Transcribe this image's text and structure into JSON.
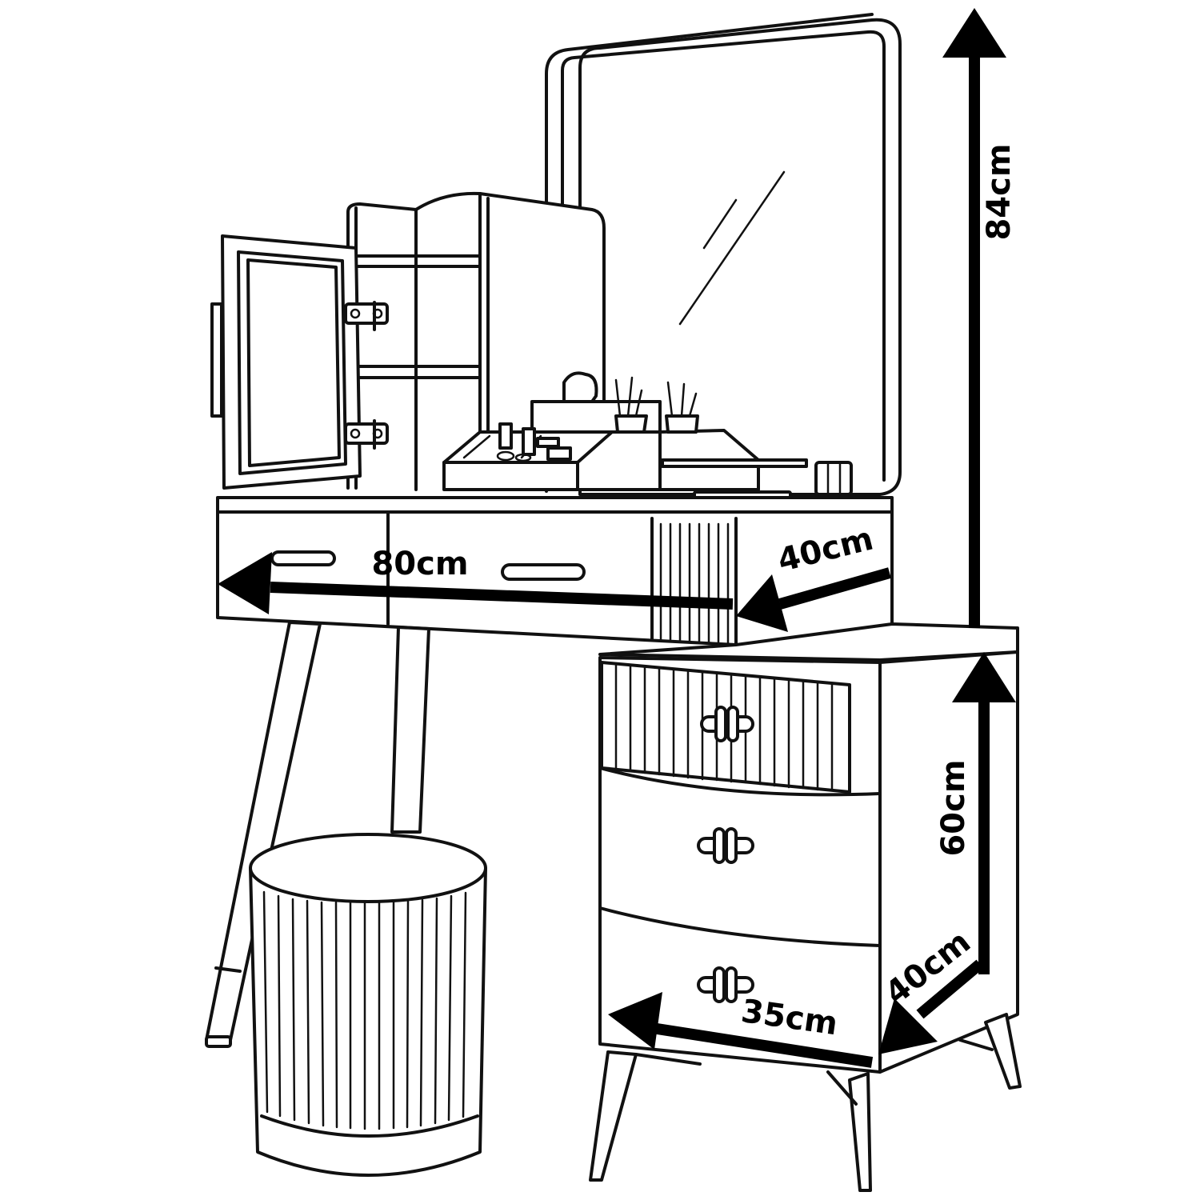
{
  "diagram": {
    "colors": {
      "line": "#111111",
      "arrow": "#000000",
      "background": "#ffffff"
    },
    "dimensions": {
      "tabletop_width": "80cm",
      "tabletop_depth": "40cm",
      "mirror_height": "84cm",
      "cabinet_height": "60cm",
      "cabinet_depth": "40cm",
      "cabinet_width": "35cm"
    }
  }
}
